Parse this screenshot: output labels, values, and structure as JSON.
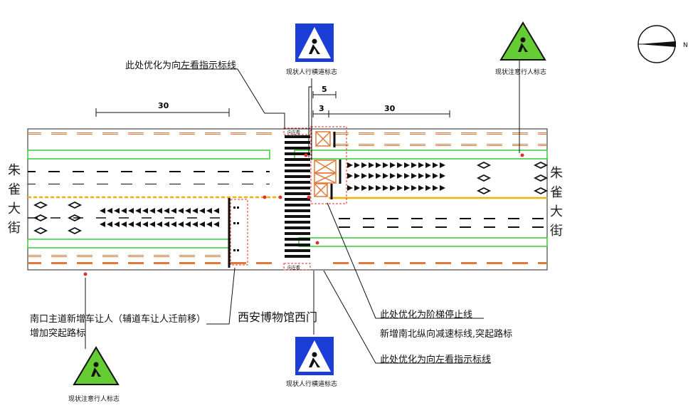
{
  "street_name_left": "朱\n雀\n大\n街",
  "street_name_right": "朱\n雀\n大\n街",
  "dimensions": {
    "left_30": "30",
    "right_30": "30",
    "five": "5",
    "three": "3"
  },
  "signs": {
    "crosswalk_top": "现状人行横道标志",
    "crosswalk_bottom": "现状人行横道标志",
    "caution_top_right": "现状注意行人标志",
    "caution_bottom_left": "现状注意行人标志"
  },
  "annotations": {
    "top_left": "此处优化为向左看指示标线",
    "south_entry_line1": "南口主道新增车让人（辅道车让人迁前移）",
    "south_entry_line2": "增加突起路标",
    "museum_gate": "西安博物馆西门",
    "step_stop": "此处优化为阶梯停止线",
    "speed_marking": "新增南北纵向减速标线,突起路标",
    "bottom_right": "此处优化为向左看指示标线"
  },
  "small_marks": {
    "look_left_top": "向左看",
    "look_left_bottom": "向左看"
  },
  "colors": {
    "lane_dash": "#e07a3a",
    "green_strip": "#33cc33",
    "yellow_center": "#f0b400",
    "red_box": "#e03030",
    "sign_blue": "#1565d8",
    "sign_green": "#66cc33"
  }
}
